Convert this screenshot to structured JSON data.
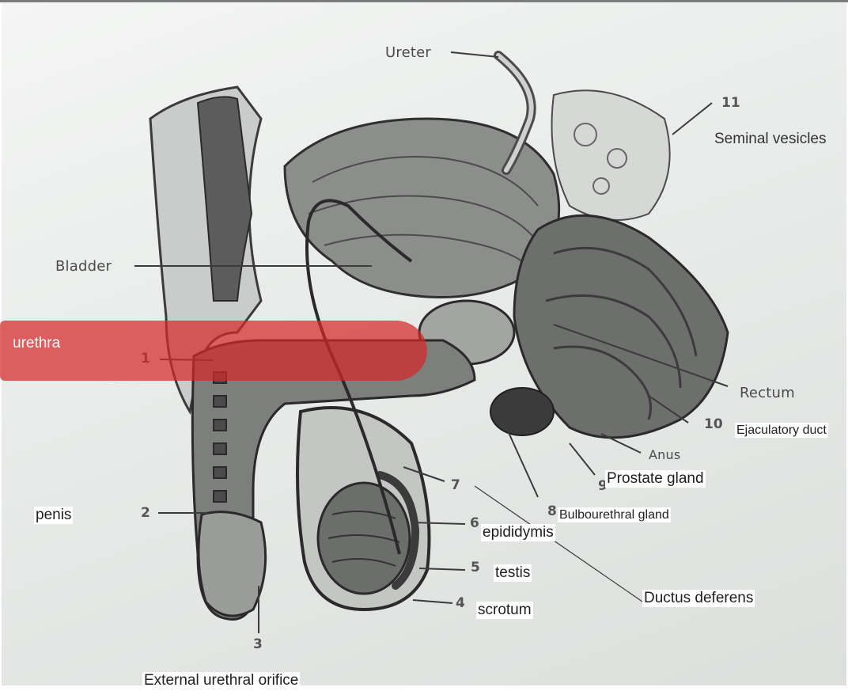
{
  "printed_labels": {
    "ureter": "Ureter",
    "bladder": "Bladder",
    "rectum": "Rectum",
    "anus": "Anus"
  },
  "numbers": [
    "1",
    "2",
    "3",
    "4",
    "5",
    "6",
    "7",
    "8",
    "9",
    "10",
    "11"
  ],
  "answer_labels": {
    "seminal_vesicles": "Seminal vesicles",
    "urethra": "urethra",
    "ejaculatory_duct": "Ejaculatory duct",
    "prostate_gland": "Prostate gland",
    "bulbourethral_gland": "Bulbourethral gland",
    "penis": "penis",
    "epididymis": "epididymis",
    "testis": "testis",
    "ductus_deferens": "Ductus deferens",
    "scrotum": "scrotum",
    "external_urethral_orifice": "External urethral orifice"
  },
  "colors": {
    "highlight": "#d62828",
    "tissue_dark": "#3a3b3a",
    "tissue_mid": "#8c8e8c"
  }
}
